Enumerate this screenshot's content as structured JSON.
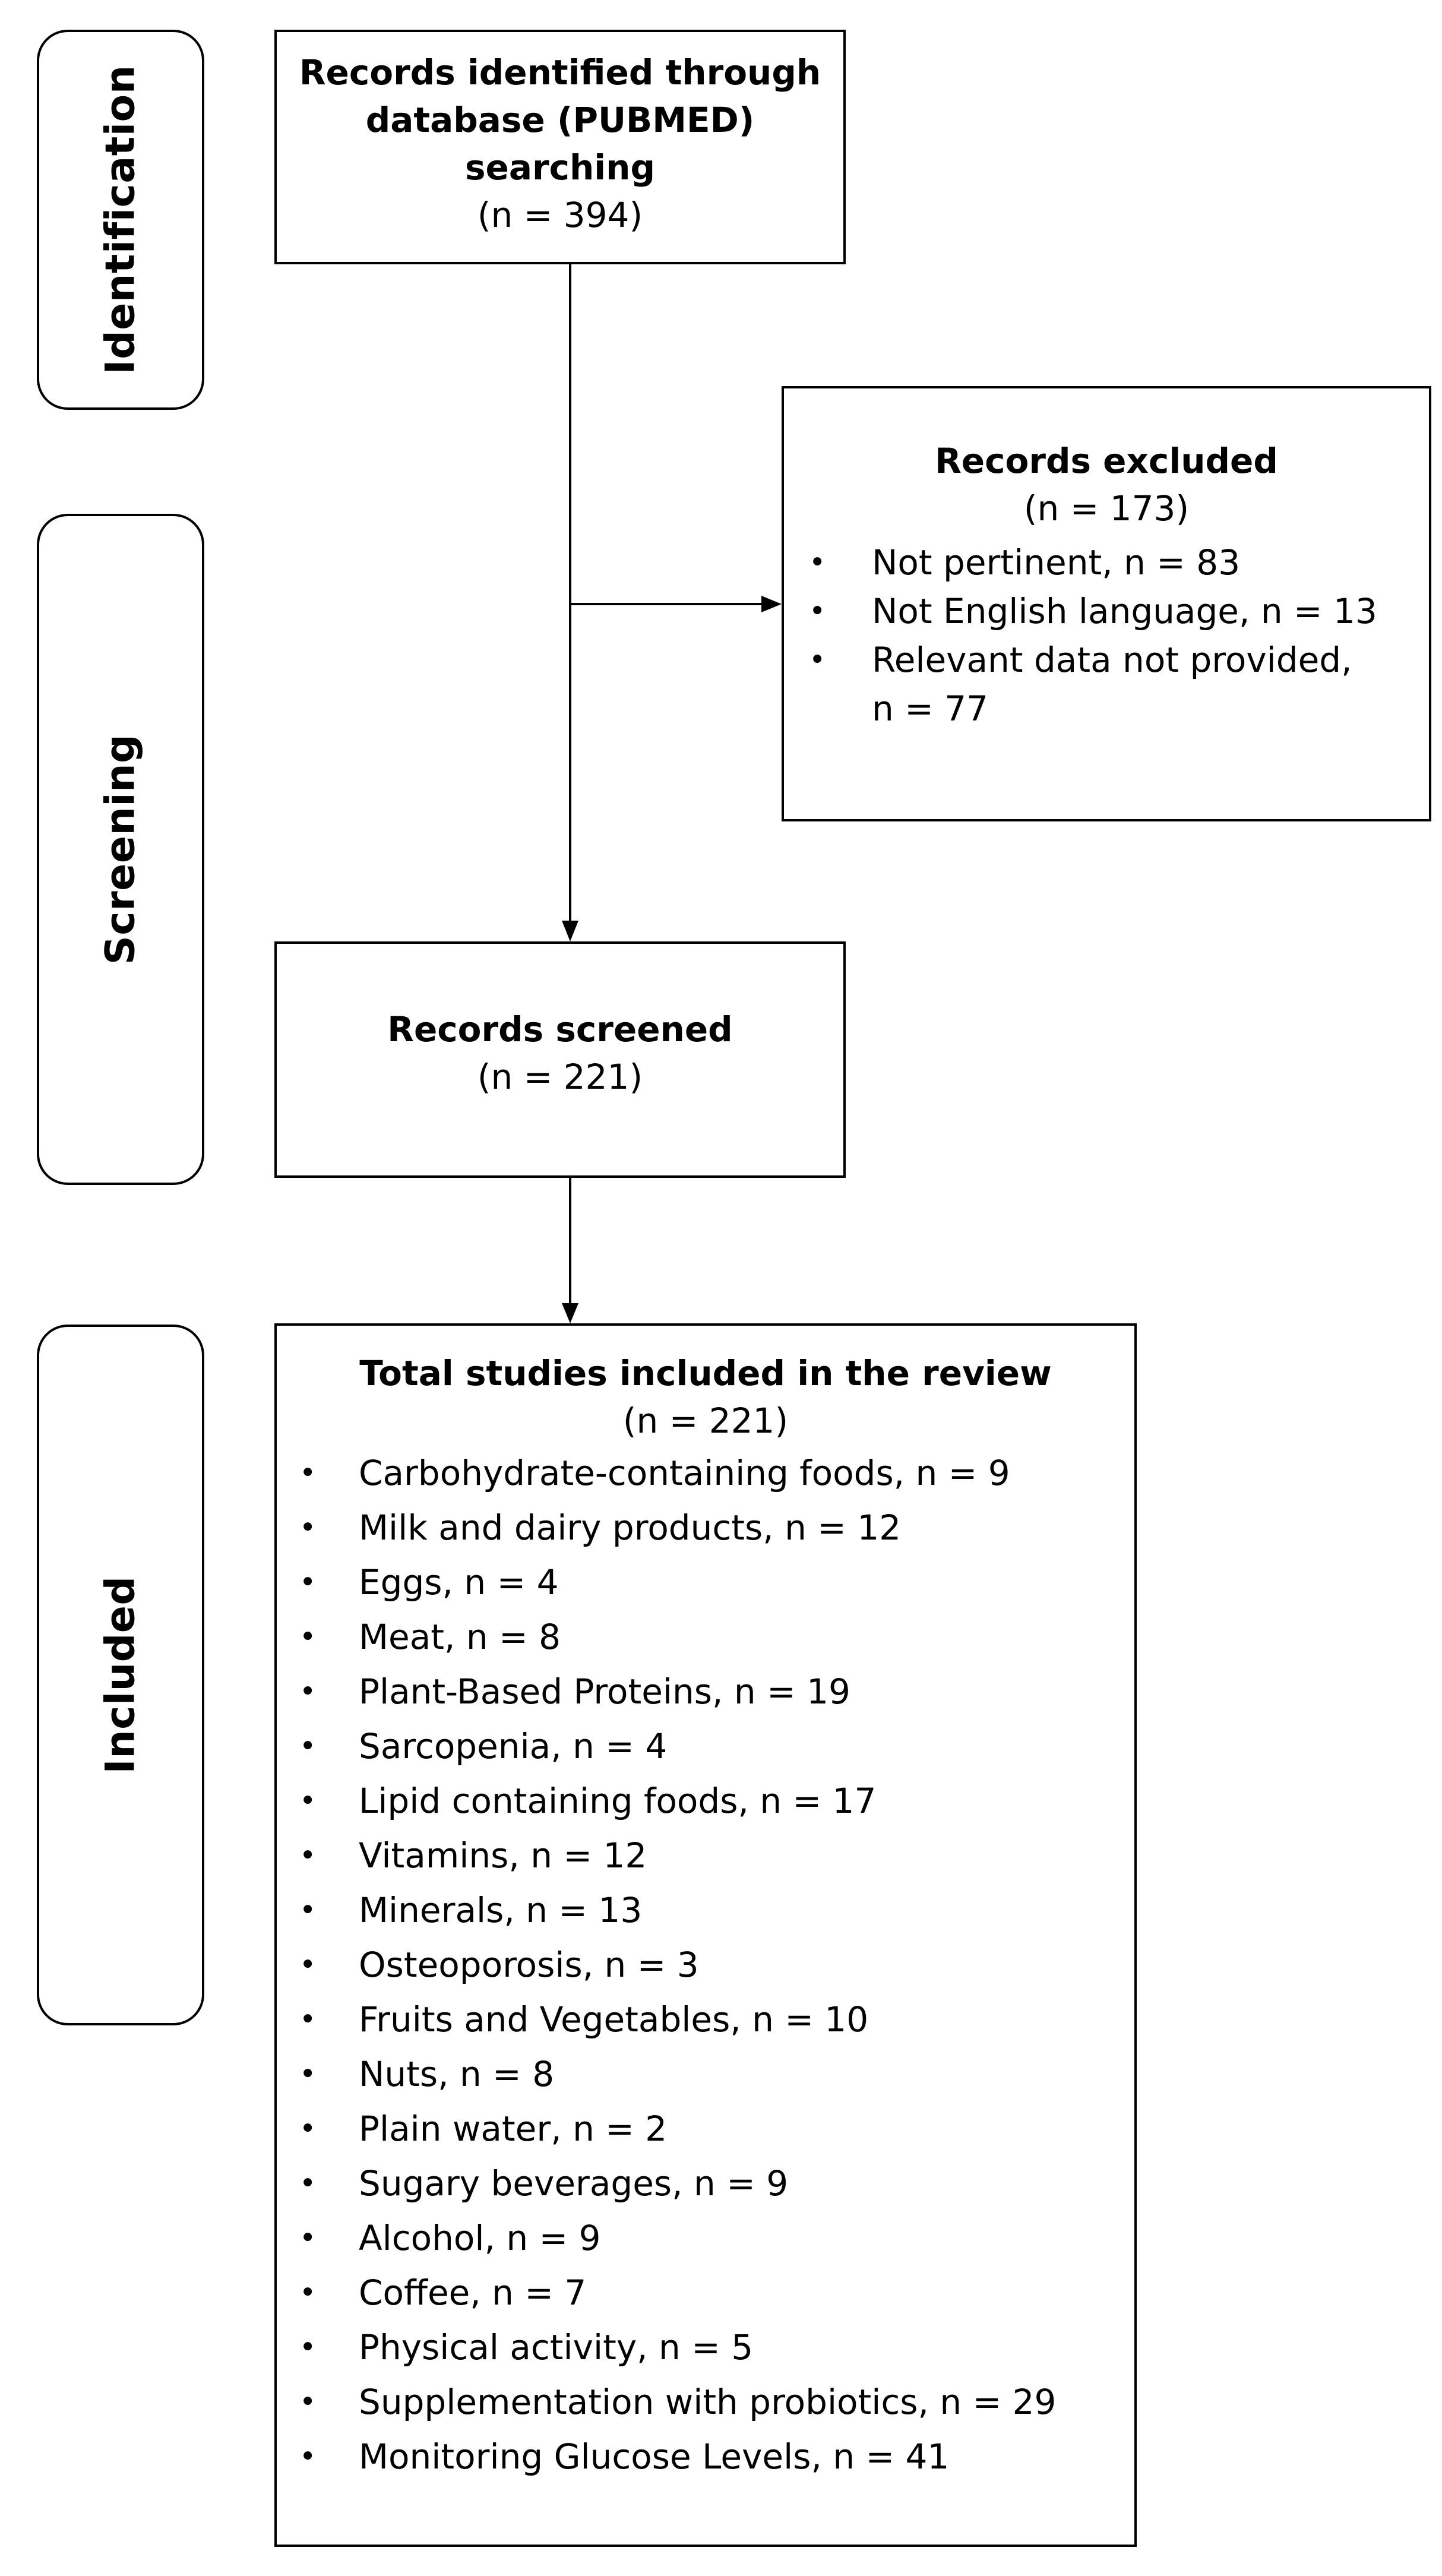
{
  "phases": {
    "identification": "Identification",
    "screening": "Screening",
    "included": "Included"
  },
  "identified": {
    "title_line1": "Records identified through",
    "title_line2": "database (PUBMED)",
    "title_line3": "searching",
    "count": "(n = 394)"
  },
  "excluded": {
    "title": "Records excluded",
    "count": "(n = 173)",
    "items": [
      {
        "text": "Not pertinent, n = 83"
      },
      {
        "text": "Not English language, n = 13"
      },
      {
        "text": "Relevant data not provided,"
      },
      {
        "text": "n = 77",
        "continuation": true
      }
    ]
  },
  "screened": {
    "title": "Records screened",
    "count": "(n = 221)"
  },
  "included": {
    "title": "Total studies included in the review",
    "count": "(n = 221)",
    "items": [
      "Carbohydrate-containing foods, n = 9",
      "Milk and dairy products, n = 12",
      "Eggs, n = 4",
      "Meat, n = 8",
      "Plant-Based Proteins, n = 19",
      "Sarcopenia, n = 4",
      "Lipid containing foods, n = 17",
      "Vitamins, n = 12",
      "Minerals, n = 13",
      "Osteoporosis, n = 3",
      "Fruits and Vegetables, n = 10",
      "Nuts, n = 8",
      "Plain water, n = 2",
      "Sugary beverages, n = 9",
      "Alcohol, n = 9",
      "Coffee, n = 7",
      "Physical activity, n = 5",
      "Supplementation with probiotics, n = 29",
      "Monitoring Glucose Levels, n = 41"
    ]
  },
  "bullet_glyph": "•"
}
